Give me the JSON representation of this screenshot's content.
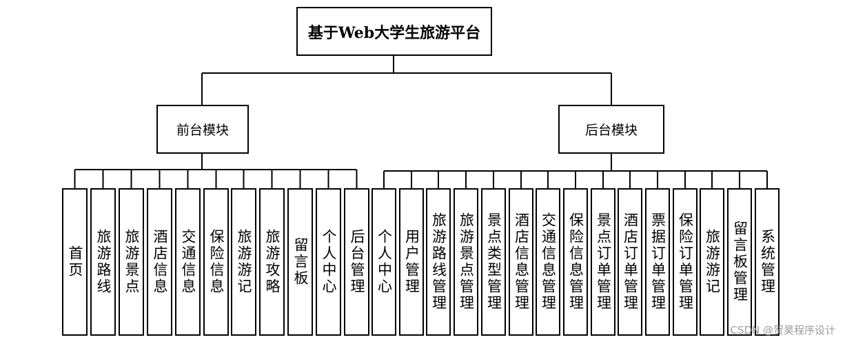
{
  "root": "基于Web大学生旅游平台",
  "front": {
    "title": "前台模块",
    "items": [
      "首页",
      "旅游路线",
      "旅游景点",
      "酒店信息",
      "交通信息",
      "保险信息",
      "旅游游记",
      "旅游攻略",
      "留言板",
      "个人中心",
      "后台管理"
    ]
  },
  "back": {
    "title": "后台模块",
    "items": [
      "个人中心",
      "用户管理",
      "旅游路线管理",
      "旅游景点管理",
      "景点类型管理",
      "酒店信息管理",
      "交通信息管理",
      "保险信息管理",
      "景点订单管理",
      "酒店订单管理",
      "票据订单管理",
      "保险订单管理",
      "旅游游记",
      "留言板管理",
      "系统管理"
    ]
  },
  "watermark": "CSDN @贺昊程序设计"
}
